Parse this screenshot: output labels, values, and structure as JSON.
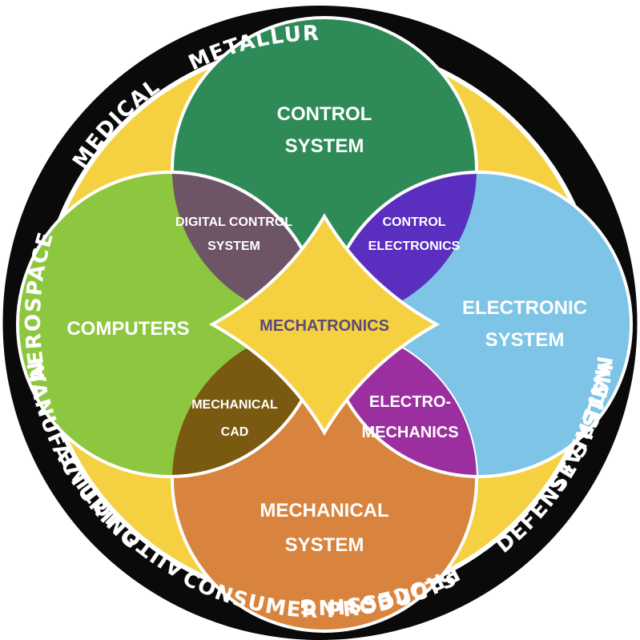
{
  "ring_labels": {
    "automotive": "AUTOMOTIVE",
    "aerospace": "AEROSPACE",
    "medical": "MEDICAL",
    "metallurgy": "METALLURGY",
    "defense_system": "DEFENSE SYSTEM",
    "consumer_products": "CONSUMER PRODUCTS",
    "manufacturing": "MANUFACTURING",
    "materials": "MATERIALS",
    "processing": "PROCESSING"
  },
  "circles": {
    "control_system": {
      "line1": "CONTROL",
      "line2": "SYSTEM",
      "color": "#2e8b57"
    },
    "electronic_system": {
      "line1": "ELECTRONIC",
      "line2": "SYSTEM",
      "color": "#7ec4e6"
    },
    "mechanical_system": {
      "line1": "MECHANICAL",
      "line2": "SYSTEM",
      "color": "#d8843e"
    },
    "computers": {
      "line1": "COMPUTERS",
      "color": "#8dc63f"
    }
  },
  "overlaps": {
    "digital_control_system": {
      "line1": "DIGITAL CONTROL",
      "line2": "SYSTEM",
      "color": "#6d5466"
    },
    "control_electronics": {
      "line1": "CONTROL",
      "line2": "ELECTRONICS",
      "color": "#5a2fbf"
    },
    "electro_mechanics": {
      "line1": "ELECTRO-",
      "line2": "MECHANICS",
      "color": "#9b2fa0"
    },
    "mechanical_cad": {
      "line1": "MECHANICAL",
      "line2": "CAD",
      "color": "#7a5a10"
    }
  },
  "center": {
    "label": "MECHATRONICS",
    "color": "#f5d142"
  },
  "colors": {
    "ring": "#0a0a0a",
    "background": "#f5d142"
  }
}
